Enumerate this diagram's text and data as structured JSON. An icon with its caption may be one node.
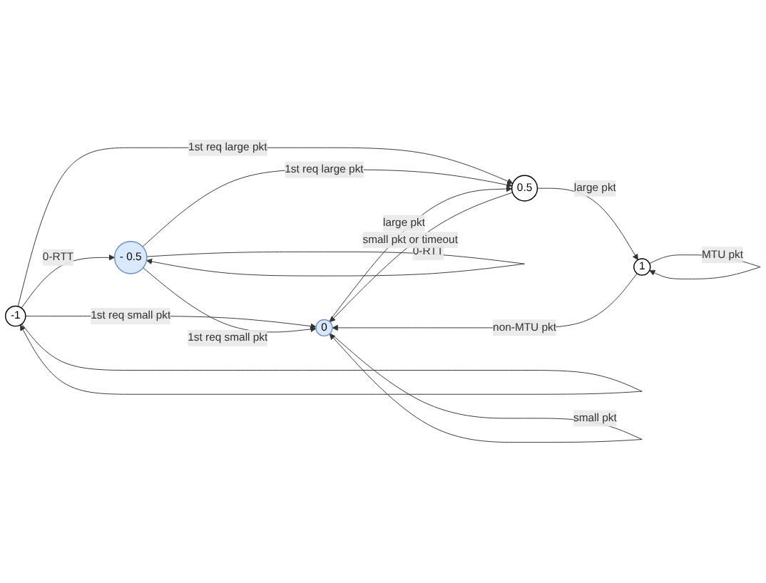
{
  "diagram": {
    "nodes": [
      {
        "text": [
          "-1"
        ]
      },
      {
        "text": [
          "- 0.5"
        ]
      },
      {
        "text": [
          "0"
        ]
      },
      {
        "text": [
          "0.5"
        ]
      },
      {
        "text": [
          "1"
        ]
      }
    ],
    "edges": [
      {
        "from": 0,
        "to": 0,
        "arrow": "to"
      },
      {
        "from": 0,
        "to": 1,
        "arrow": "to",
        "label": "0-RTT"
      },
      {
        "from": 1,
        "to": 1,
        "arrow": "to",
        "label": "0-RTT"
      },
      {
        "from": 0,
        "to": 2,
        "arrow": "to",
        "label": "1st req small pkt"
      },
      {
        "from": 0,
        "to": 3,
        "arrow": "to",
        "label": "1st req large pkt"
      },
      {
        "from": 1,
        "to": 2,
        "arrow": "to",
        "label": "1st req small pkt"
      },
      {
        "from": 1,
        "to": 3,
        "arrow": "to",
        "label": "1st req large pkt"
      },
      {
        "from": 2,
        "to": 2,
        "arrow": "to",
        "label": "small pkt"
      },
      {
        "from": 2,
        "to": 3,
        "arrow": "to",
        "label": "large pkt"
      },
      {
        "from": 3,
        "to": 2,
        "arrow": "to",
        "label": "small pkt or timeout"
      },
      {
        "from": 3,
        "to": 4,
        "arrow": "to",
        "label": "large pkt"
      },
      {
        "from": 4,
        "to": 2,
        "arrow": "to",
        "label": "non-MTU pkt"
      },
      {
        "from": 4,
        "to": 4,
        "arrow": "to",
        "label": "MTU pkt"
      }
    ]
  }
}
